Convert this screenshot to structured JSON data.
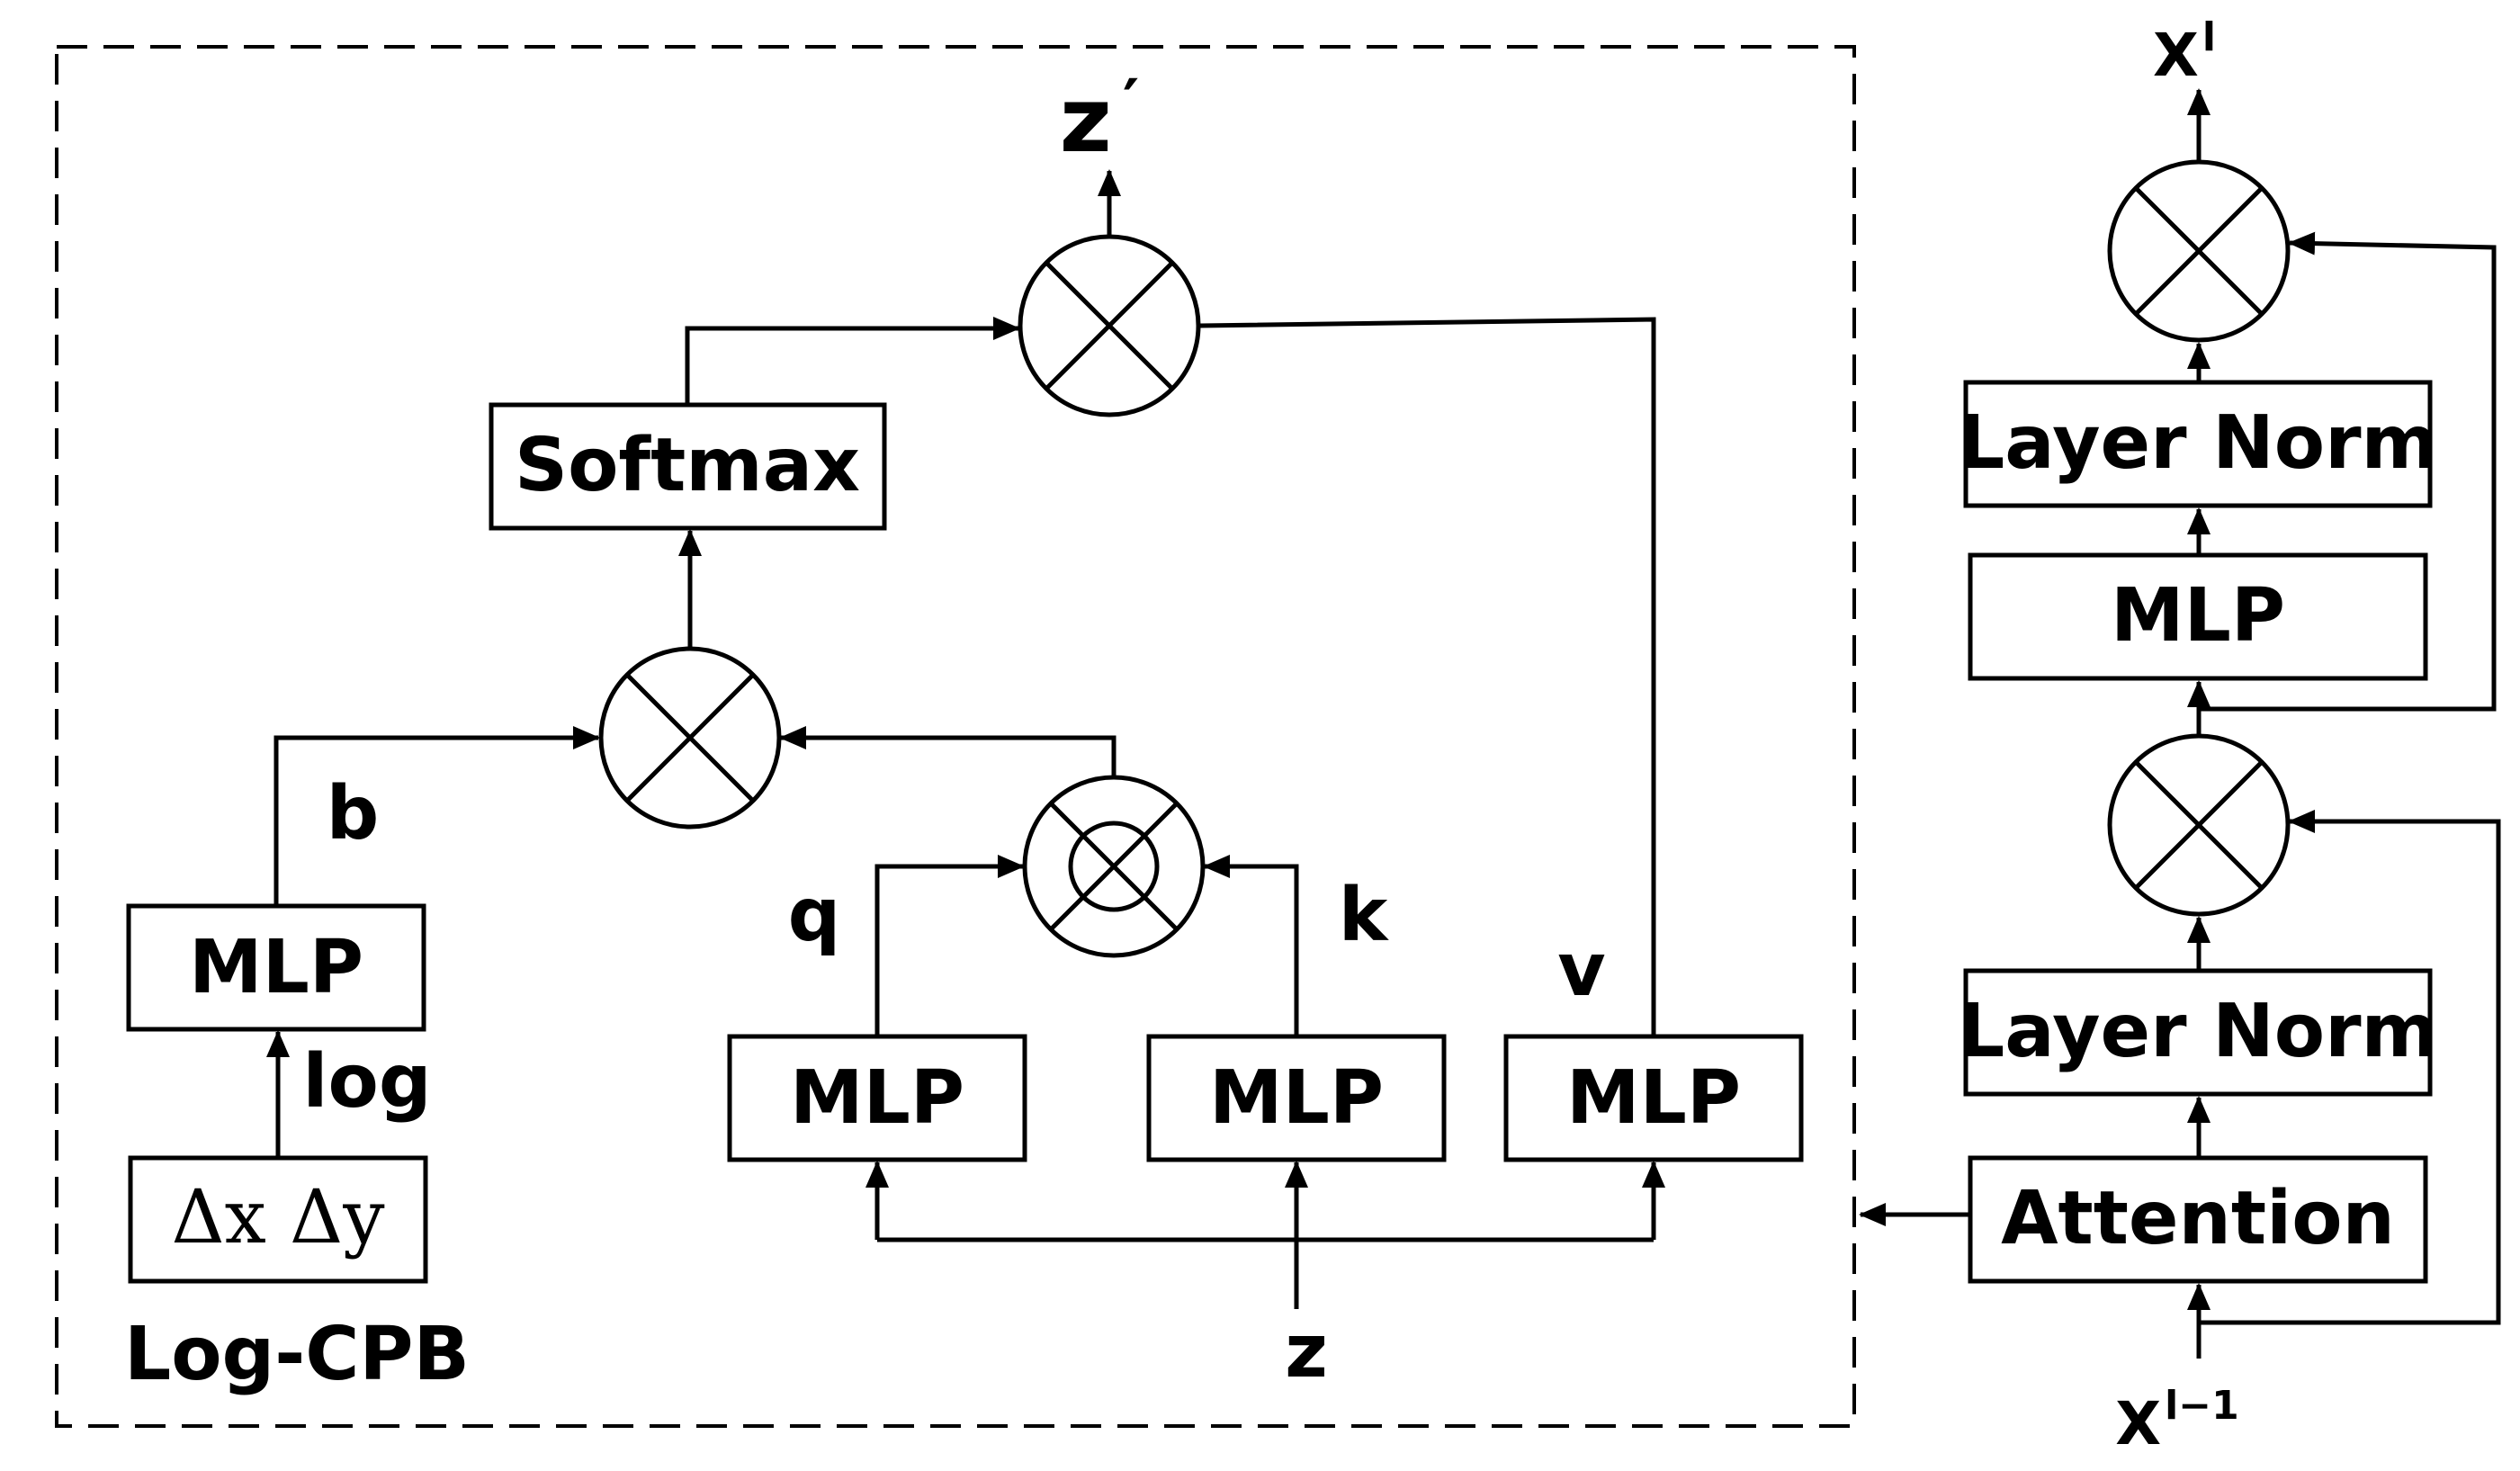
{
  "left_panel": {
    "softmax": "Softmax",
    "mlp_bias": "MLP",
    "mlp_q": "MLP",
    "mlp_k": "MLP",
    "mlp_v": "MLP",
    "delta": "Δx Δy",
    "log_label": "log",
    "b_label": "b",
    "q_label": "q",
    "k_label": "k",
    "v_label": "v",
    "z_label": "z",
    "z_prime_base": "z",
    "z_prime_mark": "′",
    "section_label": "Log-CPB"
  },
  "right_panel": {
    "layer_norm_top": "Layer Norm",
    "mlp": "MLP",
    "layer_norm_bottom": "Layer Norm",
    "attention": "Attention",
    "out_base": "X",
    "out_sup": "l",
    "in_base": "X",
    "in_sup": "l−1"
  }
}
